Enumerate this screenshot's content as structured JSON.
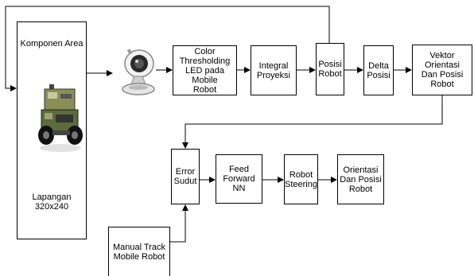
{
  "boxes": {
    "area_title": "Komponen Area",
    "area_sub_1": "Lapangan",
    "area_sub_2": "320x240",
    "color": [
      "Color",
      "Thresholding",
      "LED pada Mobile",
      "Robot"
    ],
    "integral": [
      "Integral",
      "Proyeksi"
    ],
    "posisi": [
      "Posisi",
      "Robot"
    ],
    "delta": [
      "Delta",
      "Posisi"
    ],
    "vektor": [
      "Vektor Orientasi",
      "Dan Posisi",
      "Robot"
    ],
    "error": [
      "Error",
      "Sudut"
    ],
    "feed": [
      "Feed",
      "Forward",
      "NN"
    ],
    "steering": [
      "Robot",
      "Steering"
    ],
    "orientasi": [
      "Orientasi",
      "Dan Posisi",
      "Robot"
    ],
    "manual": [
      "Manual Track",
      "Mobile Robot"
    ]
  },
  "icons": {
    "camera": "webcam-icon",
    "robot": "mobile-robot-icon"
  }
}
